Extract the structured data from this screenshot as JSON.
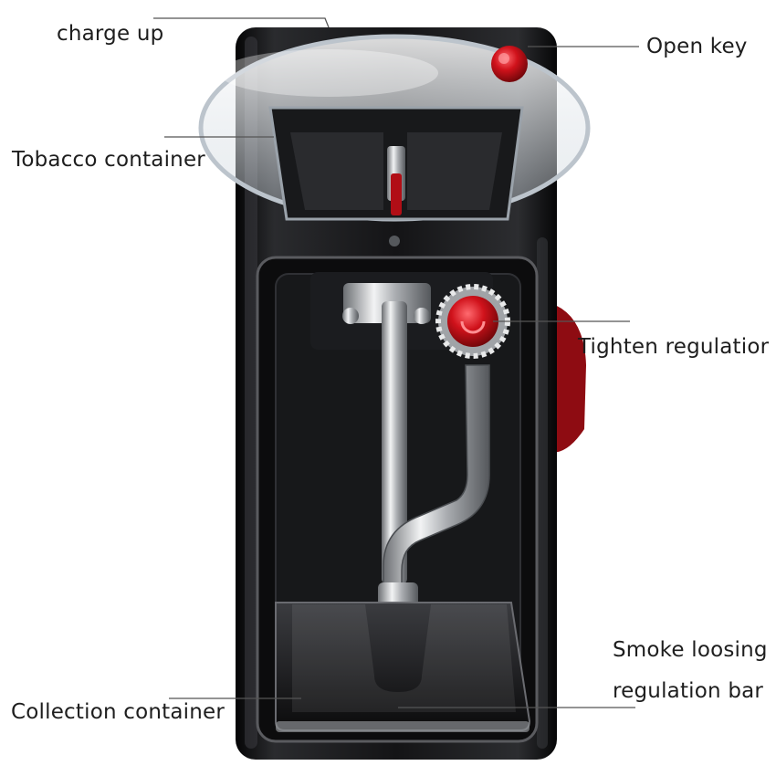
{
  "labels": {
    "charge_up": "charge up",
    "open_key": "Open key",
    "tobacco_container": "Tobacco container",
    "tighten_regulation": "Tighten regulatior",
    "smoke_loosing_line1": "Smoke loosing",
    "smoke_loosing_line2": "regulation bar",
    "collection_container": "Collection container"
  },
  "colors": {
    "body": "#121214",
    "accent_red": "#d0121b",
    "chrome": "#b9bcc0",
    "clear_plastic": "#dfe5ea",
    "leader_line": "#555555"
  }
}
